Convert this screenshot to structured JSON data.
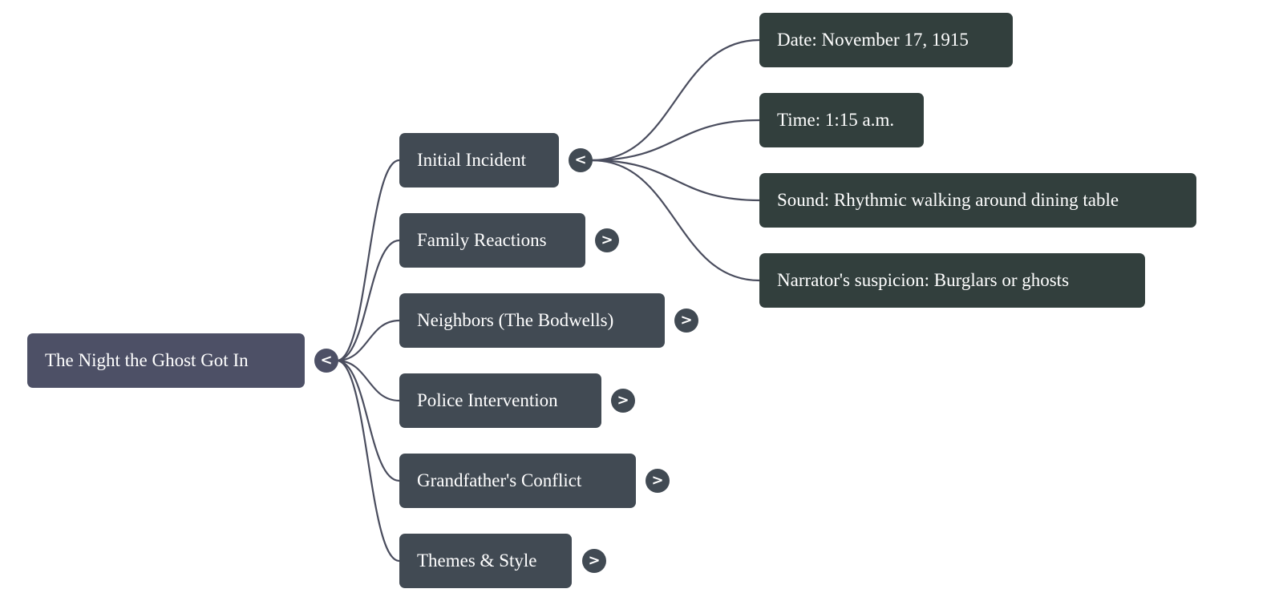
{
  "root": {
    "label": "The Night the Ghost Got In",
    "toggle": "<"
  },
  "branches": [
    {
      "label": "Initial Incident",
      "toggle": "<",
      "expanded": true
    },
    {
      "label": "Family Reactions",
      "toggle": ">",
      "expanded": false
    },
    {
      "label": "Neighbors (The Bodwells)",
      "toggle": ">",
      "expanded": false
    },
    {
      "label": "Police Intervention",
      "toggle": ">",
      "expanded": false
    },
    {
      "label": "Grandfather's Conflict",
      "toggle": ">",
      "expanded": false
    },
    {
      "label": "Themes & Style",
      "toggle": ">",
      "expanded": false
    }
  ],
  "details": [
    {
      "label": "Date: November 17, 1915"
    },
    {
      "label": "Time: 1:15 a.m."
    },
    {
      "label": "Sound: Rhythmic walking around dining table"
    },
    {
      "label": "Narrator's suspicion: Burglars or ghosts"
    }
  ],
  "colors": {
    "root": "#4d5066",
    "branch": "#414a53",
    "detail": "#323f3d",
    "link": "#4a4d5e"
  }
}
